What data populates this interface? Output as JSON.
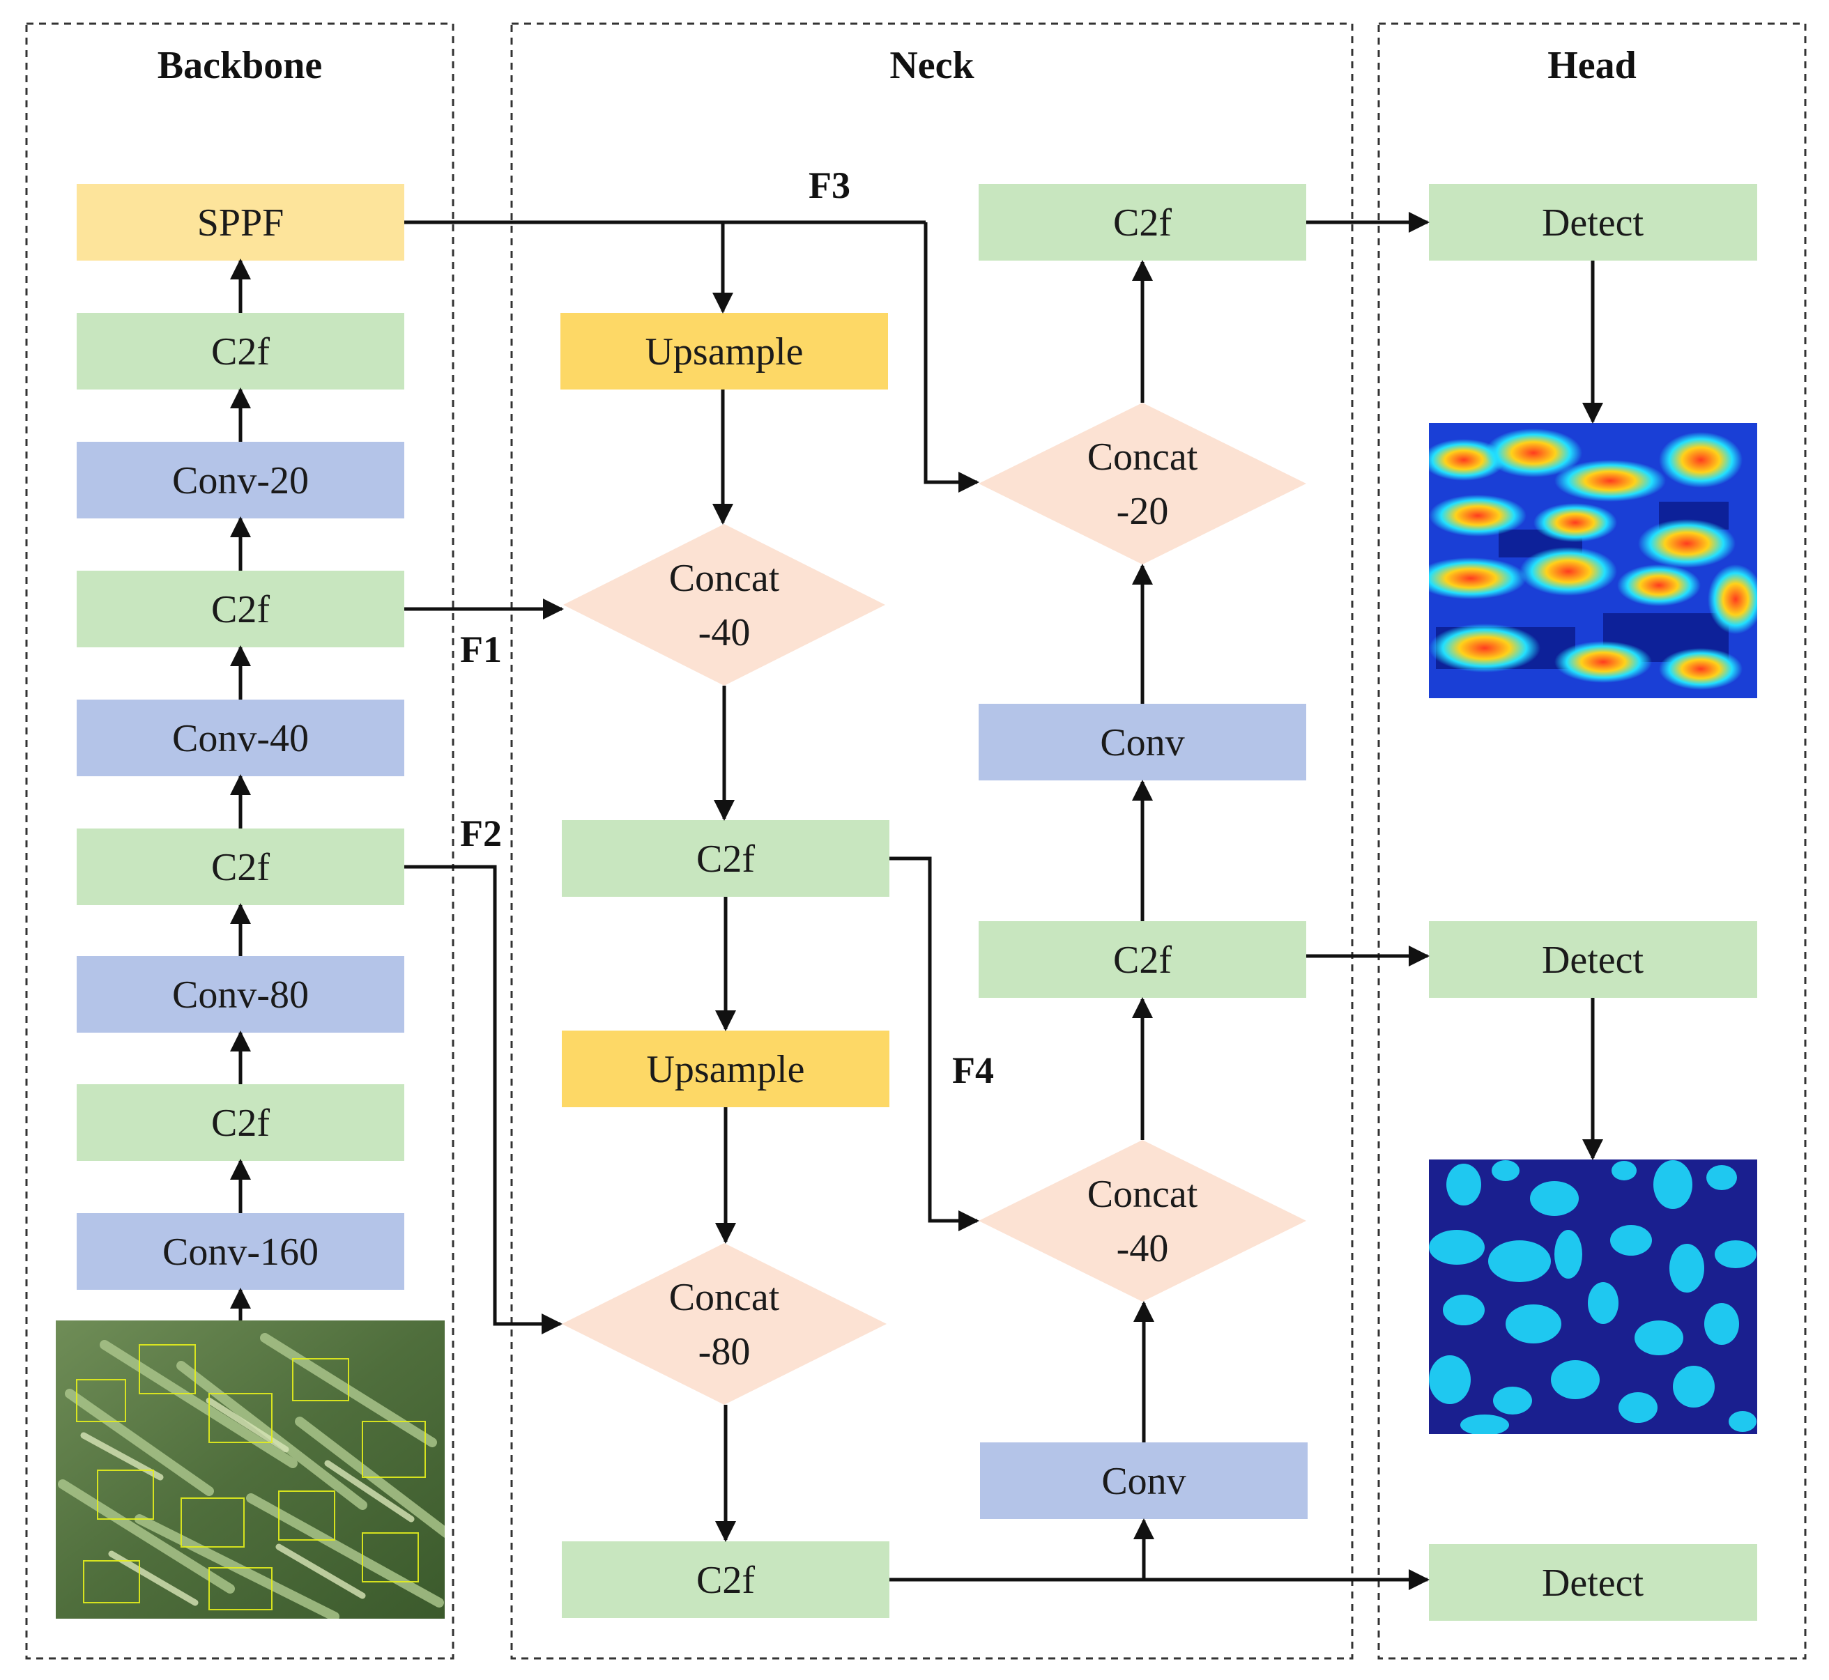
{
  "sections": {
    "backbone": "Backbone",
    "neck": "Neck",
    "head": "Head"
  },
  "backbone": {
    "sppf": "SPPF",
    "c2f_1": "C2f",
    "conv_20": "Conv-20",
    "c2f_2": "C2f",
    "conv_40": "Conv-40",
    "c2f_3": "C2f",
    "conv_80": "Conv-80",
    "c2f_4": "C2f",
    "conv_160": "Conv-160"
  },
  "neck": {
    "upsample_1": "Upsample",
    "concat_40_top": [
      "Concat",
      "-40"
    ],
    "c2f_mid": "C2f",
    "upsample_2": "Upsample",
    "concat_80": [
      "Concat",
      "-80"
    ],
    "c2f_bottom": "C2f",
    "c2f_right_top": "C2f",
    "concat_20": [
      "Concat",
      "-20"
    ],
    "conv_right_mid": "Conv",
    "c2f_right_mid": "C2f",
    "concat_40_right": [
      "Concat",
      "-40"
    ],
    "conv_right_bottom": "Conv"
  },
  "head": {
    "detect_1": "Detect",
    "detect_2": "Detect",
    "detect_3": "Detect"
  },
  "feature_tags": {
    "f1": "F1",
    "f2": "F2",
    "f3": "F3",
    "f4": "F4"
  },
  "colors": {
    "c2f_green": "#c8e6bf",
    "conv_blue": "#b4c4e8",
    "sppf_yellow": "#fde49b",
    "upsample_yellow": "#fdd866",
    "concat_peach": "#fce2d3",
    "heatmap_base": "#1a3fd6",
    "mask_base": "#1a1f8f",
    "mask_blob": "#1fc8f0"
  }
}
